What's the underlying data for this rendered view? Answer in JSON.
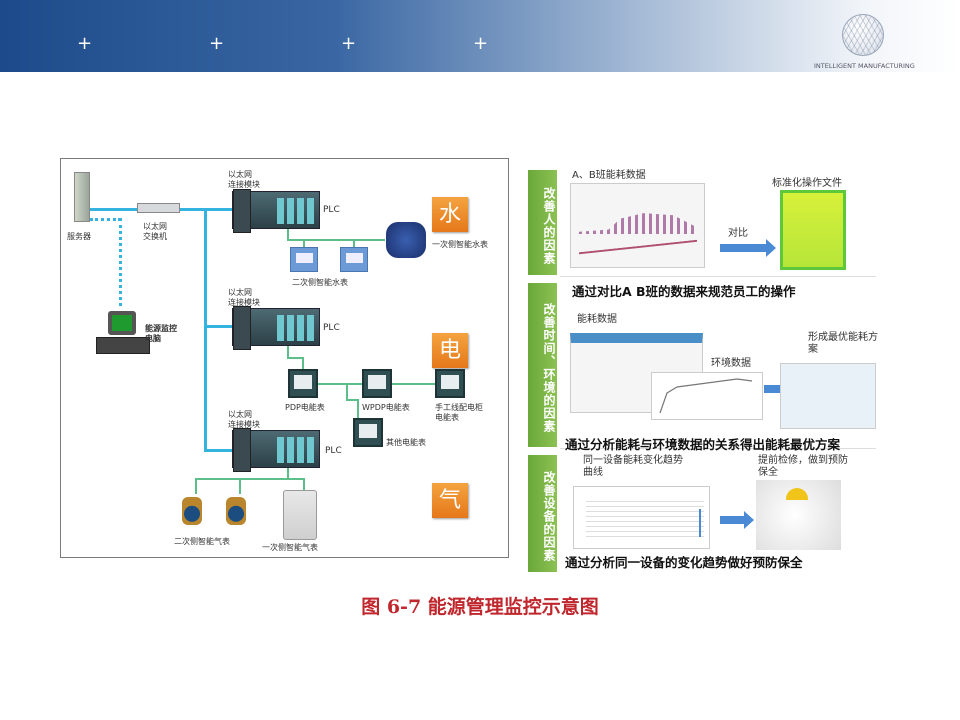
{
  "header": {
    "plus_marks": [
      "+",
      "+",
      "+",
      "+"
    ],
    "brand": "INTELLIGENT MANUFACTURING"
  },
  "diagram": {
    "server": "服务器",
    "switch": [
      "以太网",
      "交换机"
    ],
    "monitor_pc": "能源监控电脑",
    "eth_module": [
      "以太网",
      "连接模块"
    ],
    "plc": "PLC",
    "water_tag": "水",
    "power_tag": "电",
    "gas_tag": "气",
    "water_primary": "一次侧智能水表",
    "water_secondary": "二次侧智能水表",
    "pdp": "PDP电能表",
    "wpdp": "WPDP电能表",
    "manual": [
      "手工线配电柜",
      "电能表"
    ],
    "other": "其他电能表",
    "gas_secondary": "二次侧智能气表",
    "gas_primary": "一次侧智能气表"
  },
  "panel": {
    "sections": [
      {
        "side": "改善人的因素",
        "titles": [
          "A、B班能耗数据",
          "对比",
          "标准化操作文件"
        ],
        "caption": "通过对比A B班的数据来规范员工的操作"
      },
      {
        "side": "改善时间、环境的因素",
        "titles": [
          "能耗数据",
          "环境数据",
          "形成最优能耗方案"
        ],
        "caption": "通过分析能耗与环境数据的关系得出能耗最优方案"
      },
      {
        "side": "改善设备的因素",
        "titles": [
          "同一设备能耗变化趋势曲线",
          "提前检修，做到预防保全"
        ],
        "caption": "通过分析同一设备的变化趋势做好预防保全"
      }
    ]
  },
  "caption": "图 6-7 能源管理监控示意图",
  "colors": {
    "accent_red": "#c0272d",
    "section_green": "#7bb545",
    "network_blue": "#35b3e0",
    "tag_orange": "#ec8a2a"
  }
}
